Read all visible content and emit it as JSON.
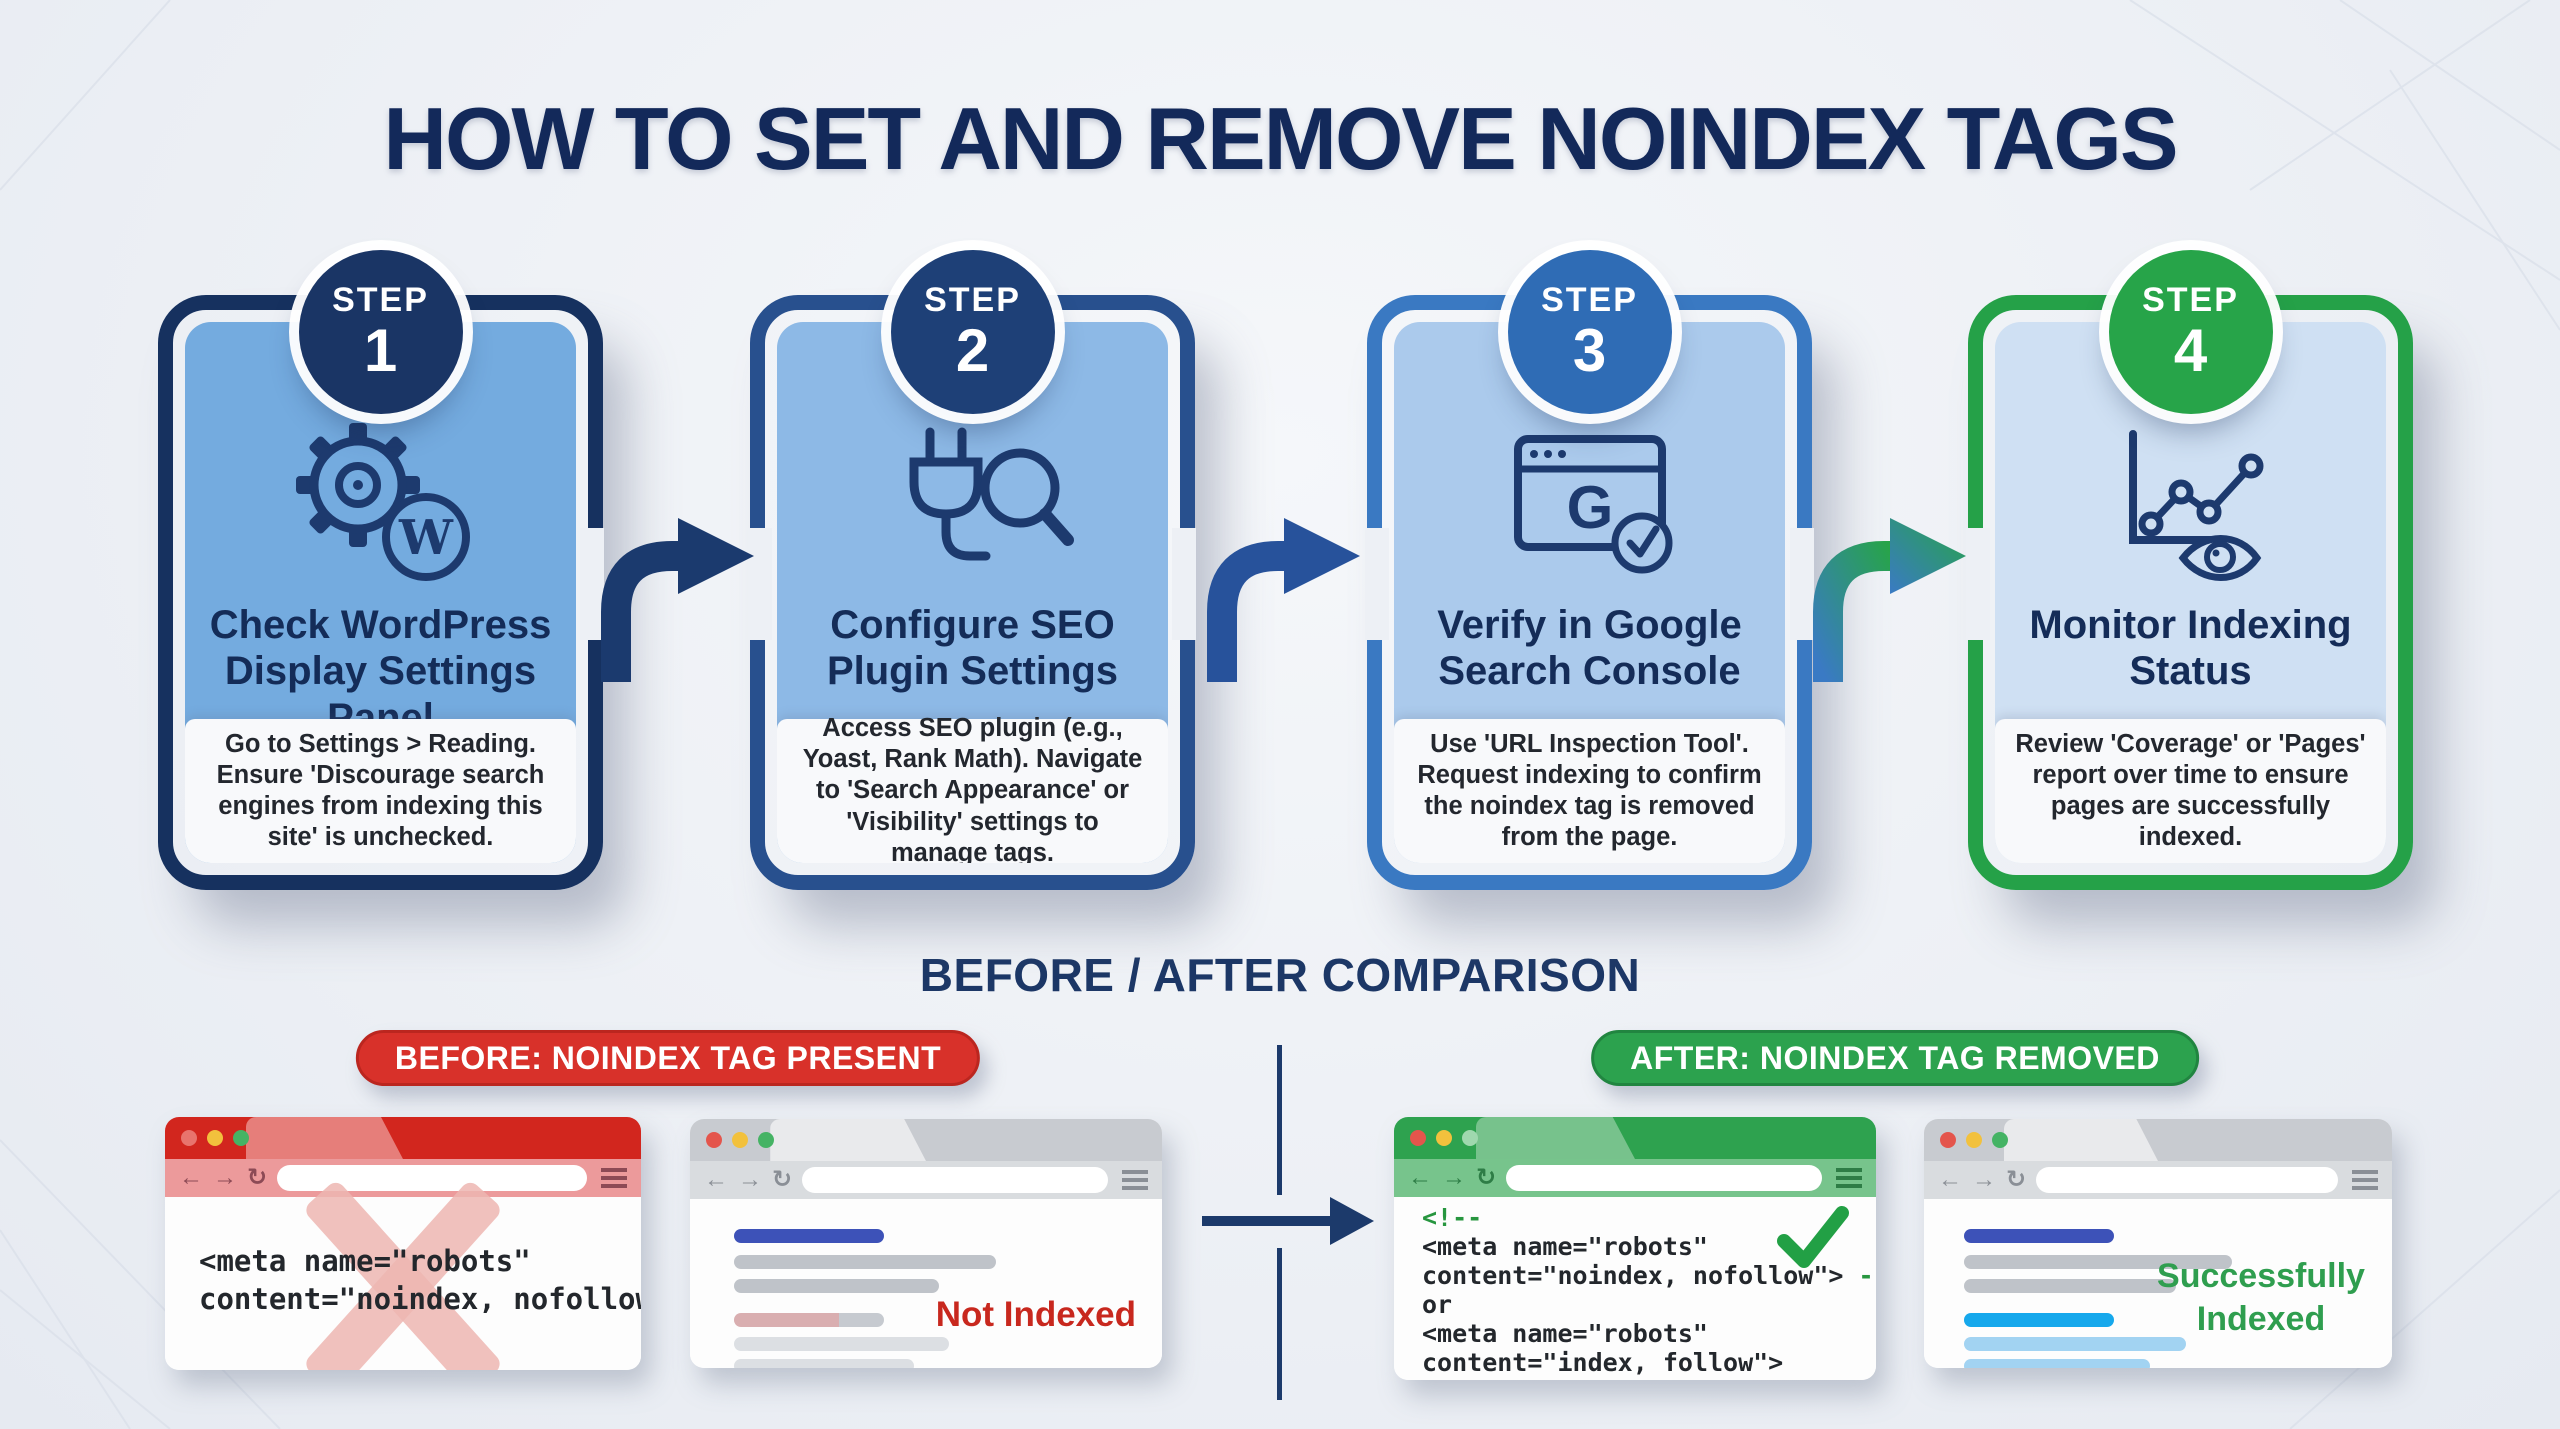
{
  "title": "HOW TO SET AND REMOVE NOINDEX TAGS",
  "steps": [
    {
      "badge": "STEP",
      "number": "1",
      "title": "Check WordPress Display Settings Panel",
      "description": "Go to Settings > Reading. Ensure 'Discourage search engines from indexing this site' is unchecked.",
      "icon": "gear-wordpress-icon",
      "icon_letter": "W"
    },
    {
      "badge": "STEP",
      "number": "2",
      "title": "Configure SEO Plugin Settings",
      "description": "Access SEO plugin (e.g., Yoast, Rank Math). Navigate to 'Search Appearance' or 'Visibility' settings to manage tags.",
      "icon": "plug-magnifier-icon"
    },
    {
      "badge": "STEP",
      "number": "3",
      "title": "Verify in Google Search Console",
      "description": "Use 'URL Inspection Tool'. Request indexing to confirm the noindex tag is removed from the page.",
      "icon": "browser-google-check-icon",
      "icon_letter": "G"
    },
    {
      "badge": "STEP",
      "number": "4",
      "title": "Monitor Indexing Status",
      "description": "Review 'Coverage' or 'Pages' report over time to ensure pages are successfully indexed.",
      "icon": "chart-eye-icon"
    }
  ],
  "comparison": {
    "heading": "BEFORE / AFTER COMPARISON",
    "before": {
      "badge": "BEFORE: NOINDEX TAG PRESENT",
      "code_line1": "<meta name=\"robots\"",
      "code_line2": "content=\"noindex, nofollow\">",
      "result_label": "Not Indexed"
    },
    "after": {
      "badge": "AFTER: NOINDEX TAG REMOVED",
      "code": {
        "comment_open": "<!--",
        "meta1_line1": "<meta name=\"robots\"",
        "meta1_line2": "content=\"noindex, nofollow\">",
        "comment_close_inline": " -->",
        "or_text": "or",
        "meta2_line1": "<meta name=\"robots\"",
        "meta2_line2": "content=\"index, follow\">",
        "comment_close": "-->"
      },
      "result_label_line1": "Successfully",
      "result_label_line2": "Indexed"
    }
  },
  "browser_chrome": {
    "back": "←",
    "forward": "→",
    "reload": "↻"
  },
  "colors": {
    "title_navy": "#13295a",
    "step1_frame": "#16315f",
    "step1_fill": "#74abdf",
    "step2_frame": "#28508e",
    "step2_fill": "#8db9e6",
    "step3_frame": "#3a79c2",
    "step3_fill": "#abcaec",
    "step4_frame": "#25a148",
    "step4_fill": "#cfe0f3",
    "before_red": "#d8312a",
    "after_green": "#2ca24e",
    "not_indexed_red": "#c8281e",
    "indexed_green": "#2f9e4f",
    "code_comment_green": "#27963f",
    "background": "#eef1f5"
  }
}
